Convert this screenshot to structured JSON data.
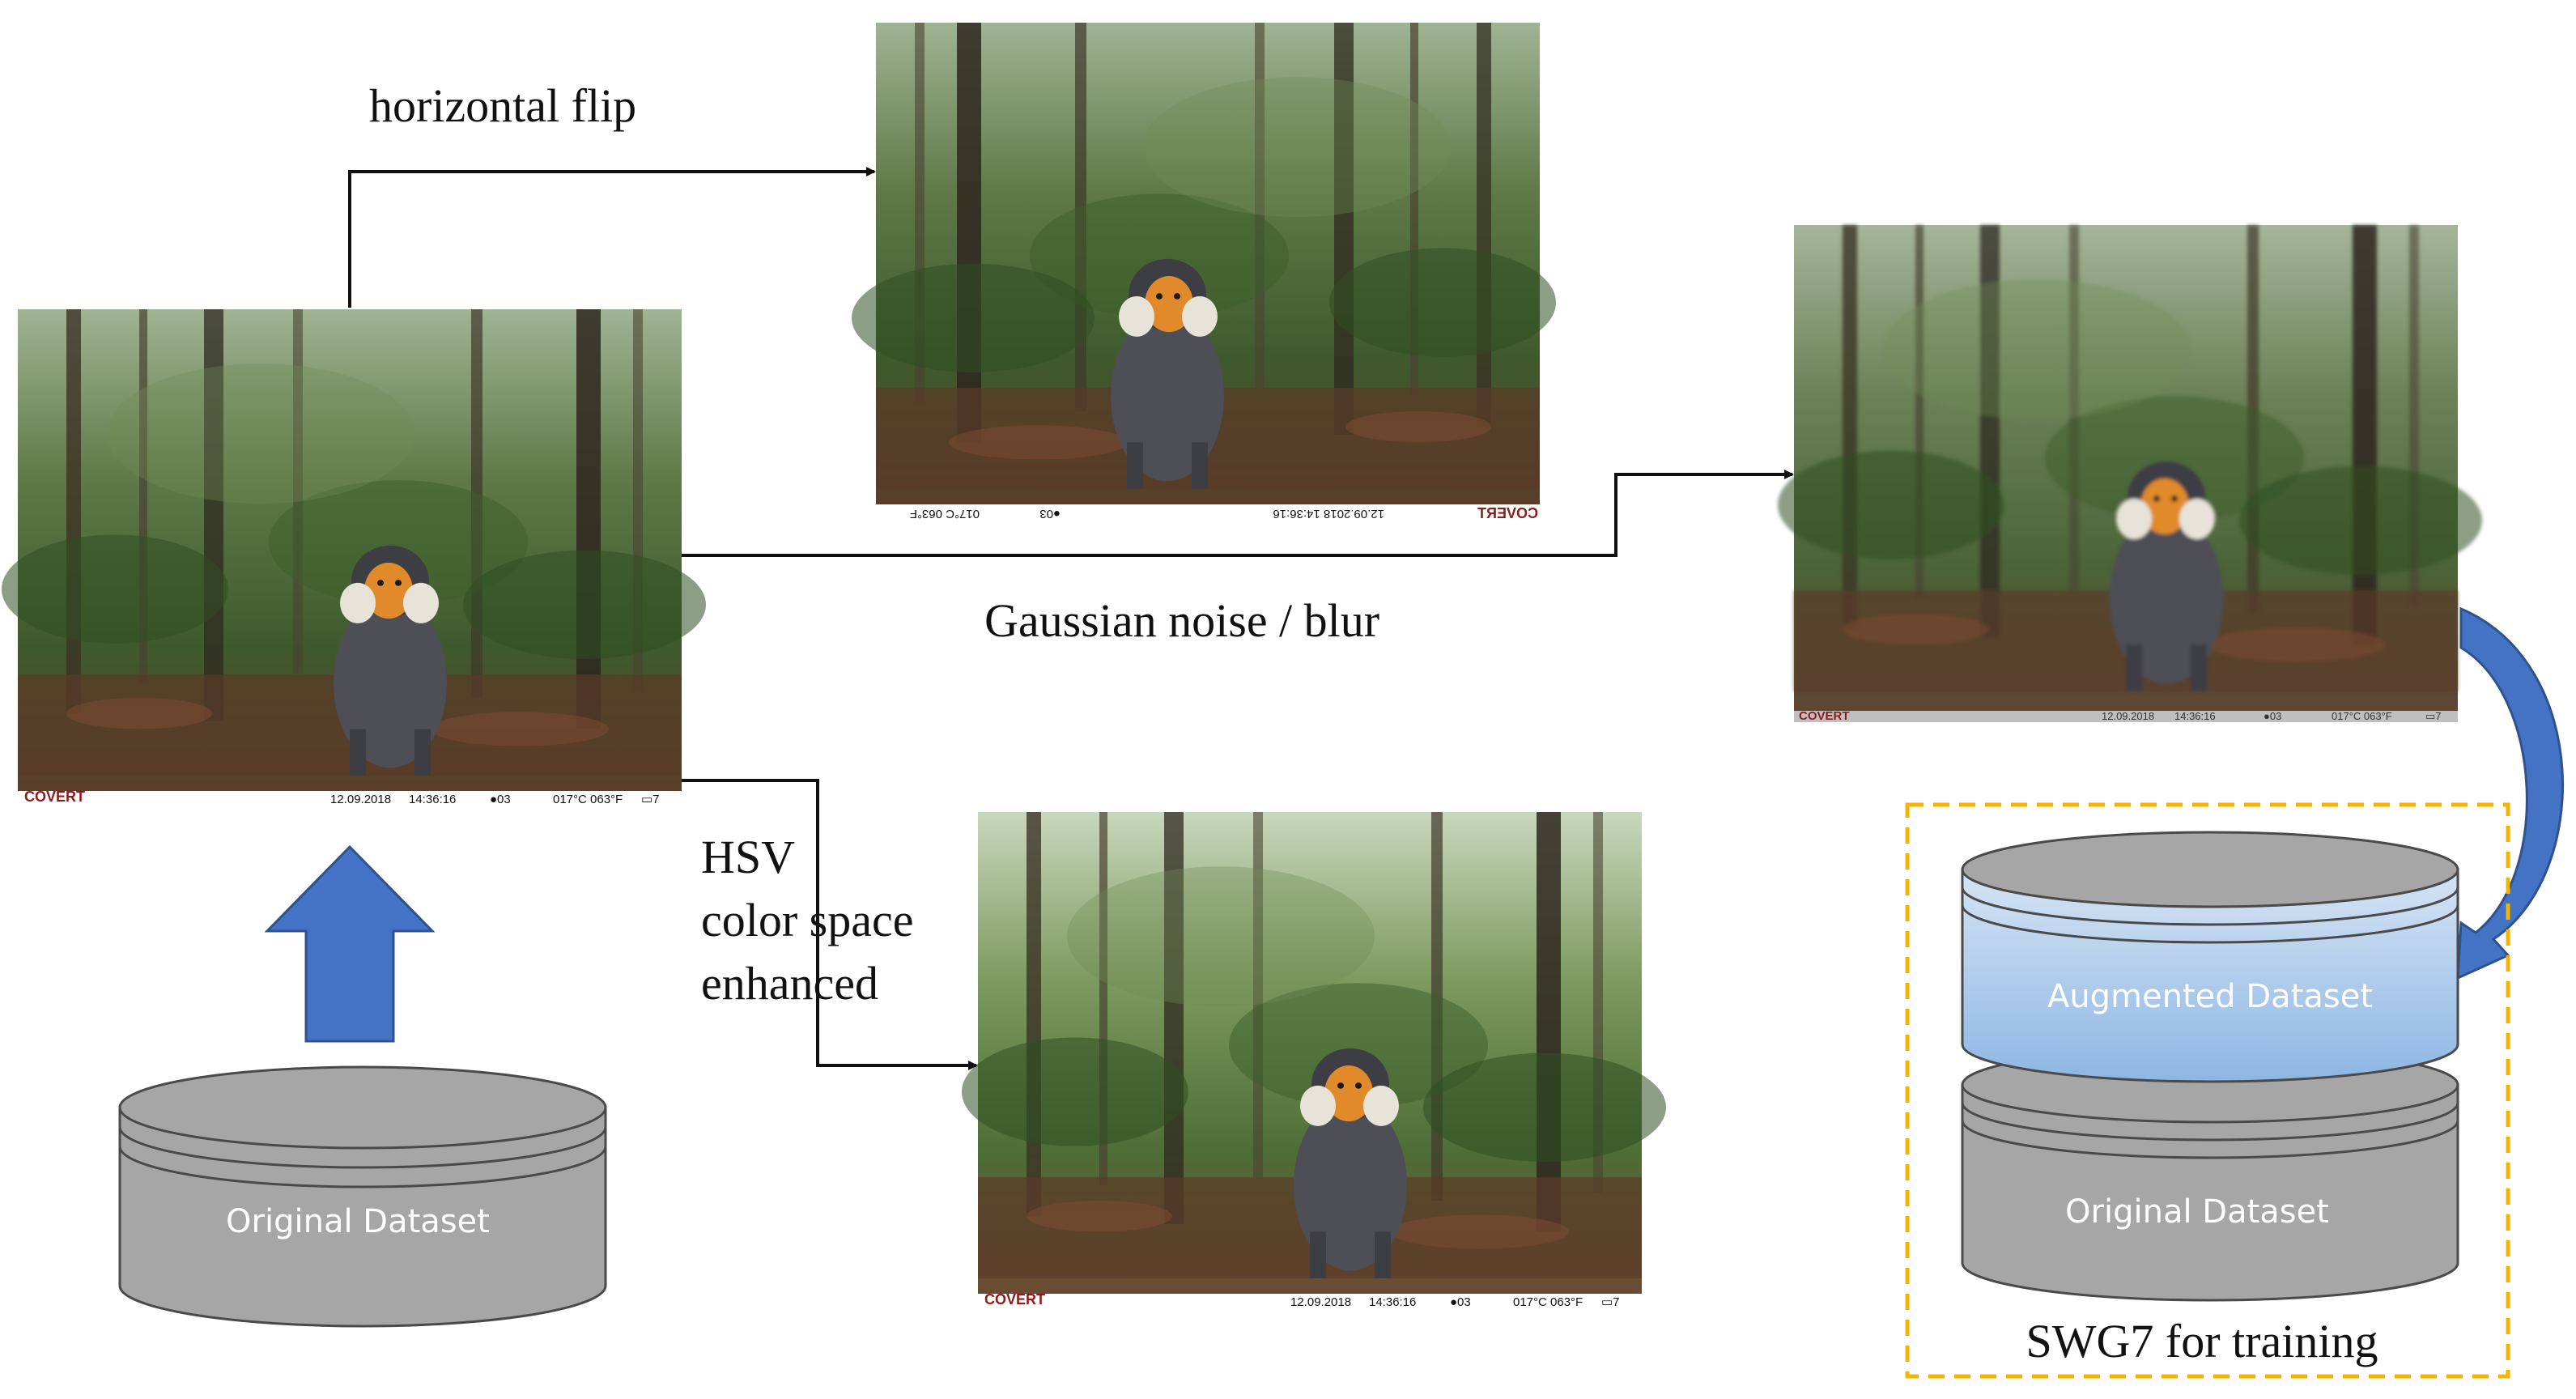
{
  "labels": {
    "horizontal_flip": "horizontal flip",
    "gaussian": "Gaussian noise / blur",
    "hsv_line1": "HSV",
    "hsv_line2": "color space",
    "hsv_line3": "enhanced",
    "training_set": "SWG7 for training"
  },
  "databases": {
    "original_left": "Original Dataset",
    "augmented": "Augmented Dataset",
    "original_right": "Original Dataset"
  },
  "photo_overlays": {
    "brand": "COVERT",
    "date": "12.09.2018",
    "time": "14:36:16",
    "camera": "●03",
    "temps": "017°C 063°F",
    "battery": "▭7",
    "date_flipped": "12.09.2018 14:36:16",
    "camera_flipped": "●03",
    "temps_flipped": "017°C 063°F"
  },
  "colors": {
    "arrow_blue": "#4472C4",
    "augmented_top": "#D6E4F4",
    "augmented_bottom": "#8DB6E4",
    "db_gray": "#A6A6A6",
    "dashed_box": "#F4B400"
  }
}
